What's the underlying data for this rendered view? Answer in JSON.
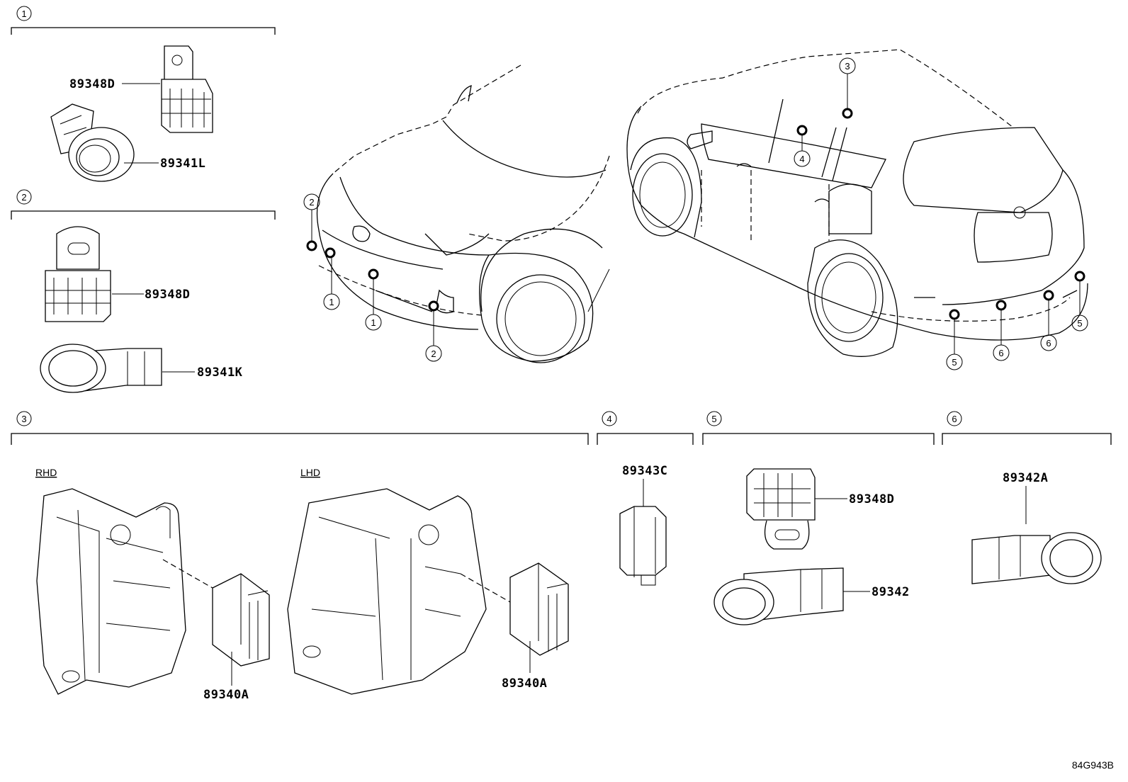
{
  "diagram": {
    "code": "84G943B",
    "groups": [
      {
        "id": "1",
        "parts": [
          "89348D",
          "89341L"
        ]
      },
      {
        "id": "2",
        "parts": [
          "89348D",
          "89341K"
        ]
      },
      {
        "id": "3",
        "sub_left": "RHD",
        "sub_right": "LHD",
        "parts": [
          "89340A",
          "89340A"
        ]
      },
      {
        "id": "4",
        "parts": [
          "89343C"
        ]
      },
      {
        "id": "5",
        "parts": [
          "89348D",
          "89342"
        ]
      },
      {
        "id": "6",
        "parts": [
          "89342A"
        ]
      }
    ],
    "front_callouts": [
      "2",
      "1",
      "1",
      "2"
    ],
    "rear_callouts": [
      "3",
      "4",
      "5",
      "6",
      "6",
      "5"
    ]
  }
}
